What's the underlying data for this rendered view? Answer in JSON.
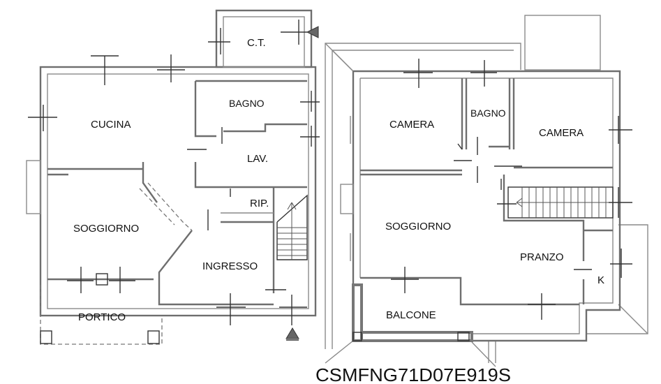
{
  "plans": {
    "ground_floor": {
      "rooms": {
        "ct": "C.T.",
        "bagno": "BAGNO",
        "cucina": "CUCINA",
        "lav": "LAV.",
        "rip": "RIP.",
        "soggiorno": "SOGGIORNO",
        "ingresso": "INGRESSO",
        "portico": "PORTICO"
      }
    },
    "first_floor": {
      "rooms": {
        "camera_left": "CAMERA",
        "bagno": "BAGNO",
        "camera_right": "CAMERA",
        "soggiorno": "SOGGIORNO",
        "pranzo": "PRANZO",
        "k": "K",
        "balcone": "BALCONE"
      }
    }
  },
  "footer_text": "CSMFNG71D07E919S"
}
